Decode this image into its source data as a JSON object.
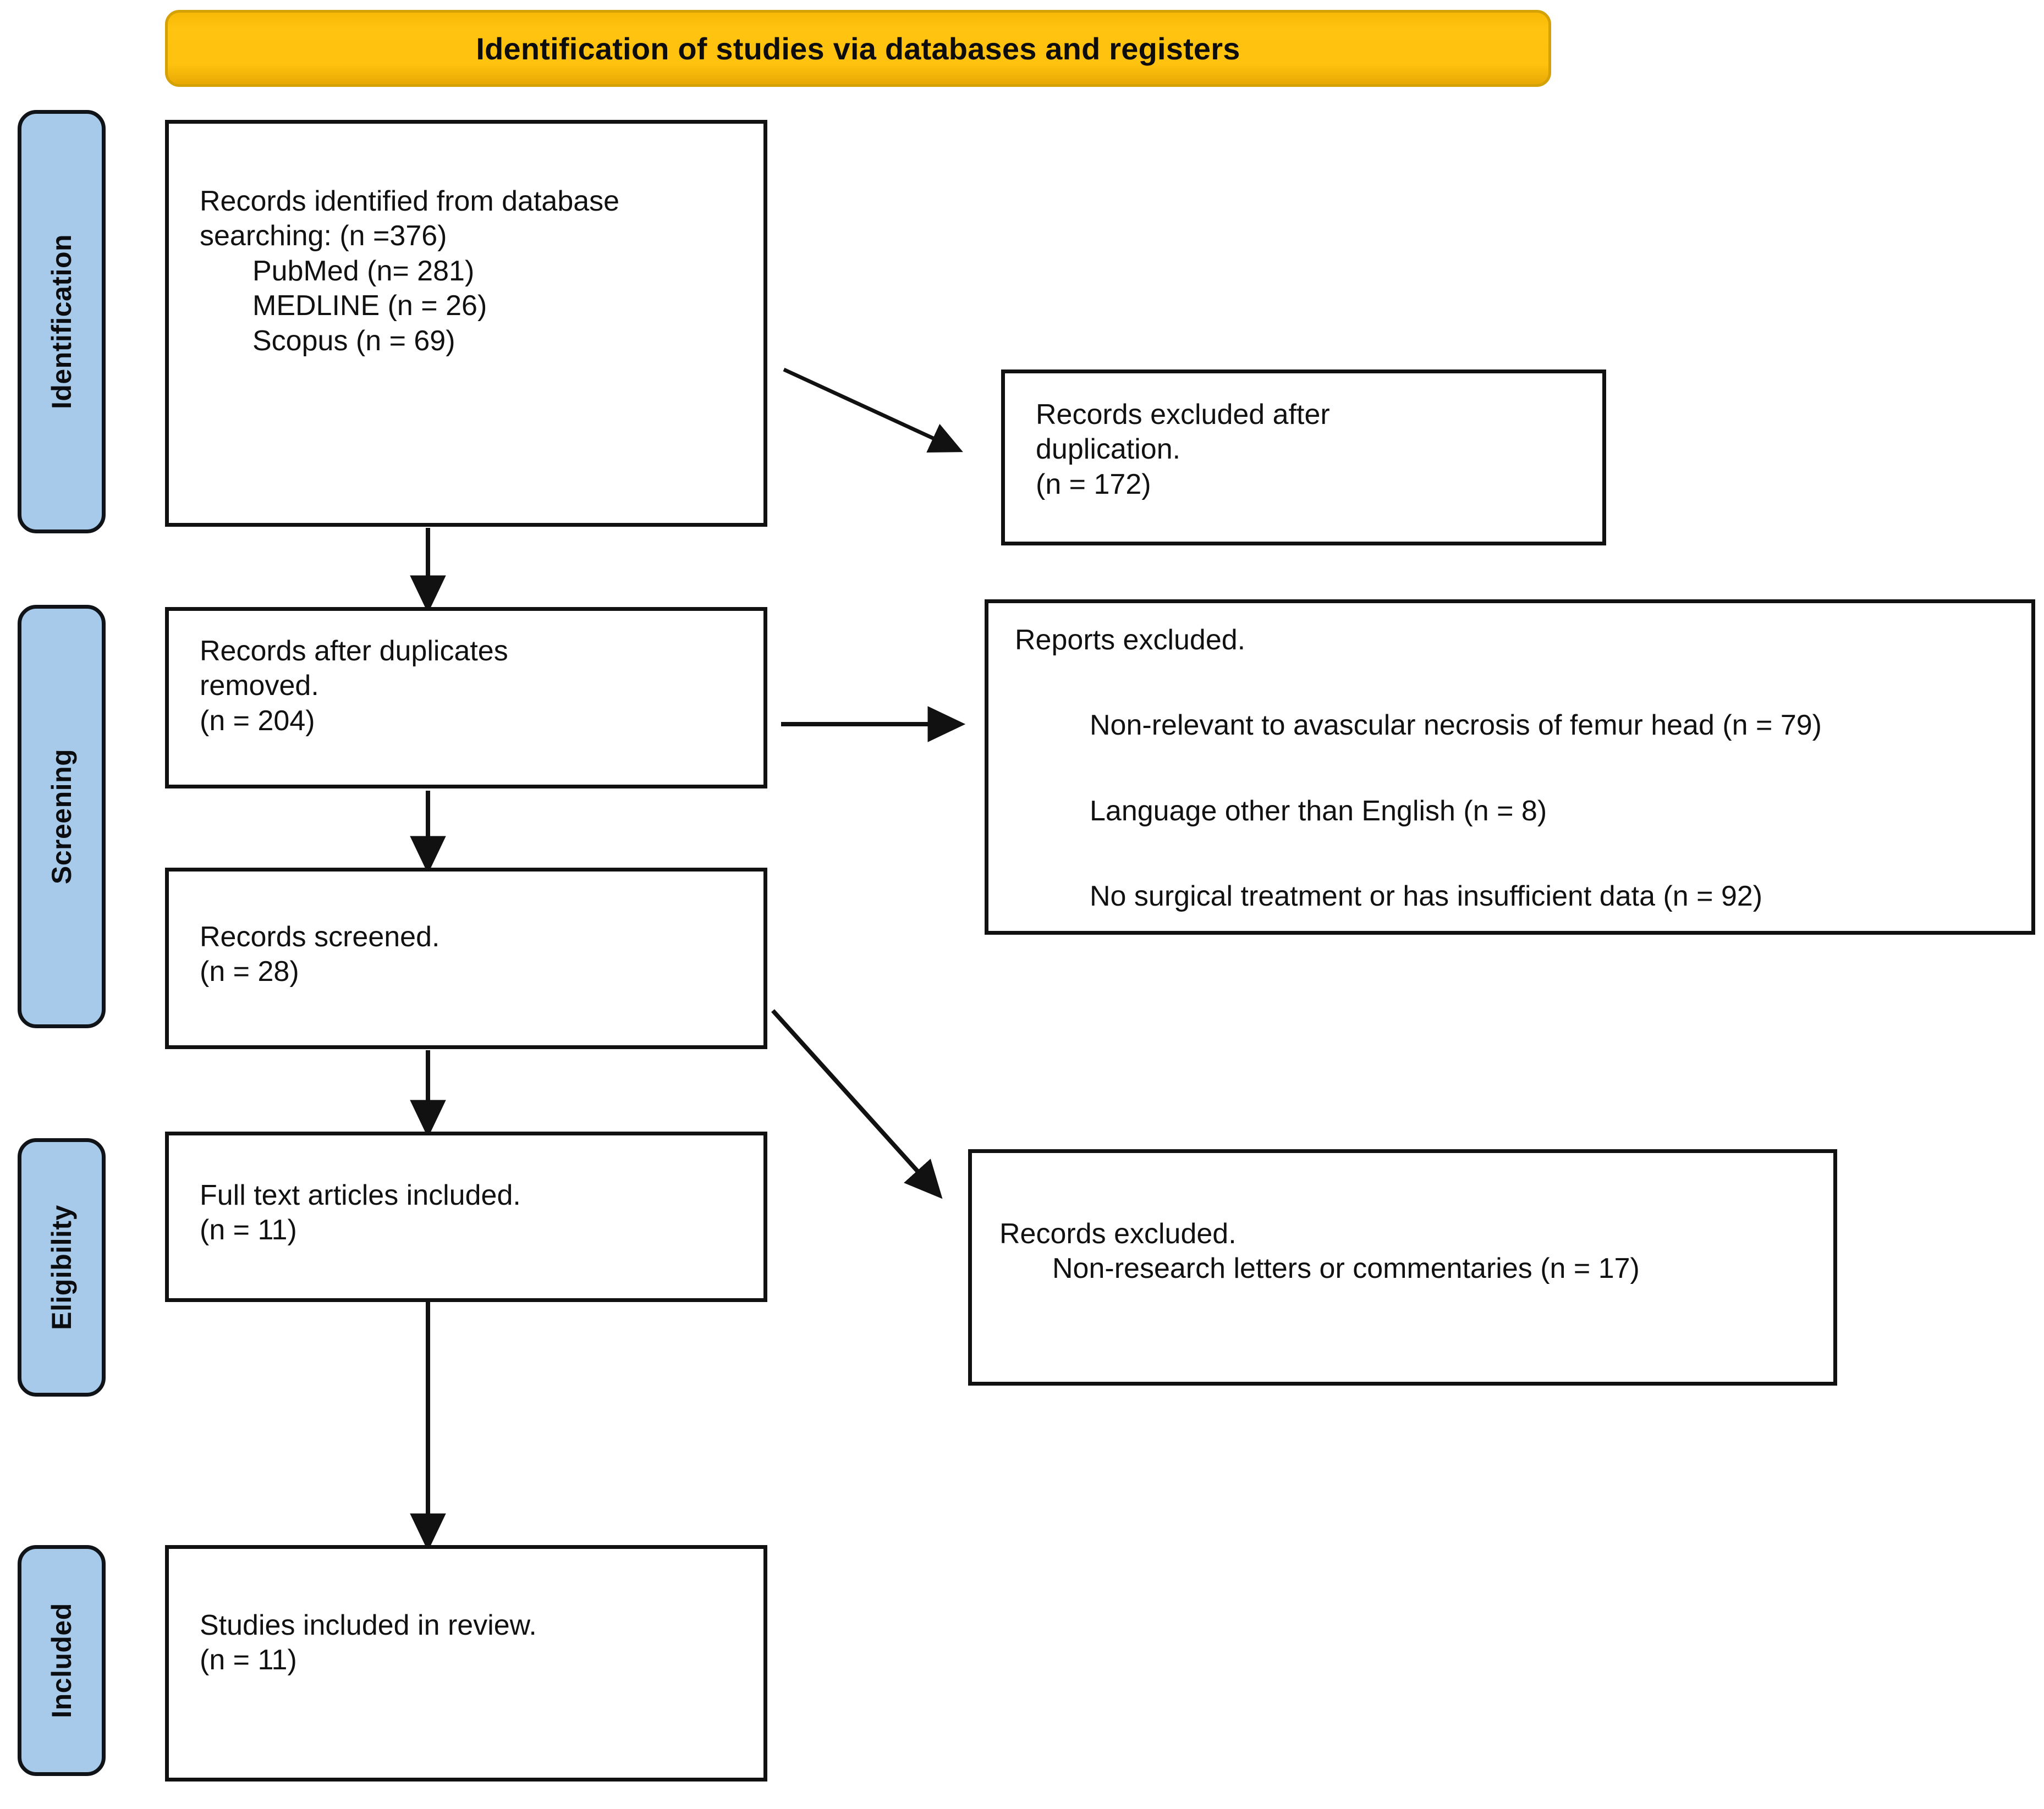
{
  "banner": {
    "title": "Identification of studies via databases and registers"
  },
  "colors": {
    "banner_fill": "#ffc20e",
    "banner_border": "#d4a106",
    "stage_tab_fill": "#a8caea",
    "stage_tab_border": "#101418",
    "box_border": "#111111",
    "text": "#111111",
    "page_background": "#ffffff"
  },
  "stage_tabs": [
    {
      "id": "identification",
      "label": "Identification"
    },
    {
      "id": "screening",
      "label": "Screening"
    },
    {
      "id": "eligibility",
      "label": "Eligibility"
    },
    {
      "id": "included",
      "label": "Included"
    }
  ],
  "boxes": {
    "records_identified": {
      "id": "records-identified",
      "lines": [
        {
          "text": "Records identified from database",
          "indent": 0
        },
        {
          "text": "searching: (n =376)",
          "indent": 0
        },
        {
          "text": "PubMed (n= 281)",
          "indent": 1
        },
        {
          "text": "MEDLINE (n = 26)",
          "indent": 1
        },
        {
          "text": "Scopus (n = 69)",
          "indent": 1
        }
      ]
    },
    "records_excluded_duplication": {
      "id": "records-excluded-duplication",
      "lines": [
        {
          "text": "Records excluded after",
          "indent": 0
        },
        {
          "text": "duplication.",
          "indent": 0
        },
        {
          "text": "(n = 172)",
          "indent": 0
        }
      ]
    },
    "records_after_duplicates": {
      "id": "records-after-duplicates-removed",
      "lines": [
        {
          "text": "Records after duplicates",
          "indent": 0
        },
        {
          "text": "removed.",
          "indent": 0
        },
        {
          "text": "(n = 204)",
          "indent": 0
        }
      ]
    },
    "reports_excluded": {
      "id": "reports-excluded",
      "lines": [
        {
          "text": "Reports excluded.",
          "indent": 0,
          "space": "none"
        },
        {
          "text": "Non‑relevant to avascular necrosis of femur head (n = 79)",
          "indent": 1,
          "space": "large"
        },
        {
          "text": "Language other than English (n = 8)",
          "indent": 1,
          "space": "large"
        },
        {
          "text": "No surgical treatment  or has insufficient data (n = 92)",
          "indent": 1,
          "space": "large"
        }
      ]
    },
    "records_screened": {
      "id": "records-screened",
      "lines": [
        {
          "text": "Records screened.",
          "indent": 0
        },
        {
          "text": "(n = 28)",
          "indent": 0
        }
      ]
    },
    "full_text_articles": {
      "id": "full-text-articles-included",
      "lines": [
        {
          "text": "Full text articles included.",
          "indent": 0
        },
        {
          "text": "(n = 11)",
          "indent": 0
        }
      ]
    },
    "records_excluded_nonresearch": {
      "id": "records-excluded-non-research",
      "lines": [
        {
          "text": "Records excluded.",
          "indent": 0
        },
        {
          "text": "Non‑research letters or commentaries (n = 17)",
          "indent": 1
        }
      ]
    },
    "studies_included": {
      "id": "studies-included-in-review",
      "lines": [
        {
          "text": "Studies included in review.",
          "indent": 0
        },
        {
          "text": "(n = 11)",
          "indent": 0
        }
      ]
    }
  },
  "chart_data": {
    "type": "diagram",
    "title": "Identification of studies via databases and registers",
    "diagram_kind": "PRISMA flow diagram",
    "phases": [
      "Identification",
      "Screening",
      "Eligibility",
      "Included"
    ],
    "nodes": [
      {
        "id": "records-identified",
        "phase": "Identification",
        "label": "Records identified from database searching",
        "n": 376,
        "sources": [
          {
            "name": "PubMed",
            "n": 281
          },
          {
            "name": "MEDLINE",
            "n": 26
          },
          {
            "name": "Scopus",
            "n": 69
          }
        ]
      },
      {
        "id": "records-excluded-duplication",
        "phase": "Identification",
        "label": "Records excluded after duplication.",
        "n": 172
      },
      {
        "id": "records-after-duplicates-removed",
        "phase": "Screening",
        "label": "Records after duplicates removed.",
        "n": 204
      },
      {
        "id": "reports-excluded",
        "phase": "Screening",
        "label": "Reports excluded.",
        "reasons": [
          {
            "reason": "Non-relevant to avascular necrosis of femur head",
            "n": 79
          },
          {
            "reason": "Language other than English",
            "n": 8
          },
          {
            "reason": "No surgical treatment or has insufficient data",
            "n": 92
          }
        ]
      },
      {
        "id": "records-screened",
        "phase": "Screening",
        "label": "Records screened.",
        "n": 28
      },
      {
        "id": "full-text-articles-included",
        "phase": "Eligibility",
        "label": "Full text articles included.",
        "n": 11
      },
      {
        "id": "records-excluded-non-research",
        "phase": "Eligibility",
        "label": "Records excluded.",
        "reasons": [
          {
            "reason": "Non-research letters or commentaries",
            "n": 17
          }
        ]
      },
      {
        "id": "studies-included-in-review",
        "phase": "Included",
        "label": "Studies included in review.",
        "n": 11
      }
    ],
    "edges": [
      {
        "from": "records-identified",
        "to": "records-excluded-duplication",
        "style": "diagonal"
      },
      {
        "from": "records-identified",
        "to": "records-after-duplicates-removed",
        "style": "vertical"
      },
      {
        "from": "records-after-duplicates-removed",
        "to": "reports-excluded",
        "style": "horizontal"
      },
      {
        "from": "records-after-duplicates-removed",
        "to": "records-screened",
        "style": "vertical"
      },
      {
        "from": "records-screened",
        "to": "records-excluded-non-research",
        "style": "diagonal"
      },
      {
        "from": "records-screened",
        "to": "full-text-articles-included",
        "style": "vertical"
      },
      {
        "from": "full-text-articles-included",
        "to": "studies-included-in-review",
        "style": "vertical"
      }
    ]
  }
}
